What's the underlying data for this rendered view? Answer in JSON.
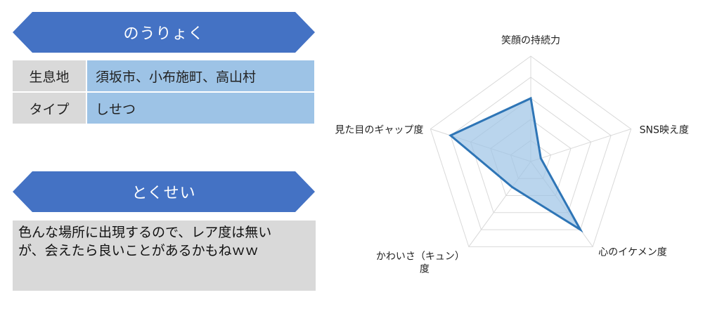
{
  "sections": {
    "nouryoku_title": "のうりょく",
    "tokusei_title": "とくせい"
  },
  "info": {
    "rows": [
      {
        "key": "生息地",
        "value": "須坂市、小布施町、高山村"
      },
      {
        "key": "タイプ",
        "value": "しせつ"
      }
    ]
  },
  "description": {
    "line1": "色んな場所に出現するので、レア度は無い",
    "line2": "が、会えたら良いことがあるかもねｗｗ"
  },
  "chart_data": {
    "type": "radar",
    "axes": [
      "笑顔の持続力",
      "SNS映え度",
      "心のイケメン度",
      "かわいさ（キュン）度",
      "見た目のギャップ度"
    ],
    "values": [
      3,
      0.5,
      4,
      1.5,
      4
    ],
    "rmax": 5,
    "grid_levels": 5,
    "series_color": "#2e75b6",
    "fill_color": "#9dc3e6"
  }
}
